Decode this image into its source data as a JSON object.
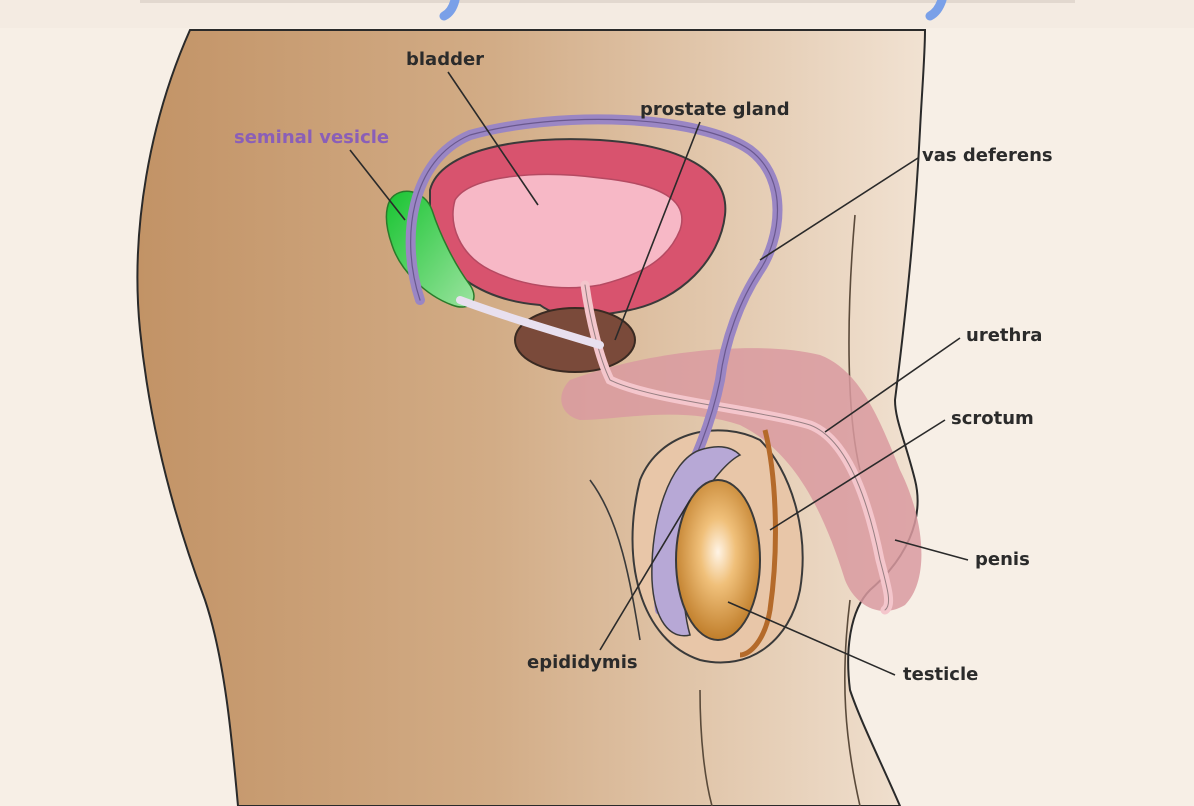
{
  "labels": {
    "bladder": "bladder",
    "prostate_gland": "prostate gland",
    "seminal_vesicle": "seminal vesicle",
    "vas_deferens": "vas deferens",
    "urethra": "urethra",
    "scrotum": "scrotum",
    "penis": "penis",
    "epididymis": "epididymis",
    "testicle": "testicle"
  },
  "colors": {
    "seminal_vesicle_label": "#8a5fb8",
    "seminal_vesicle": "#22c93a",
    "vas_deferens": "#9a86c4",
    "bladder_wall": "#d8536e",
    "bladder_inner": "#f7b8c6",
    "prostate": "#7a4a3a",
    "testicle": "#c9852a",
    "body_skin": "#c9a27a",
    "background": "#f7efe6"
  }
}
